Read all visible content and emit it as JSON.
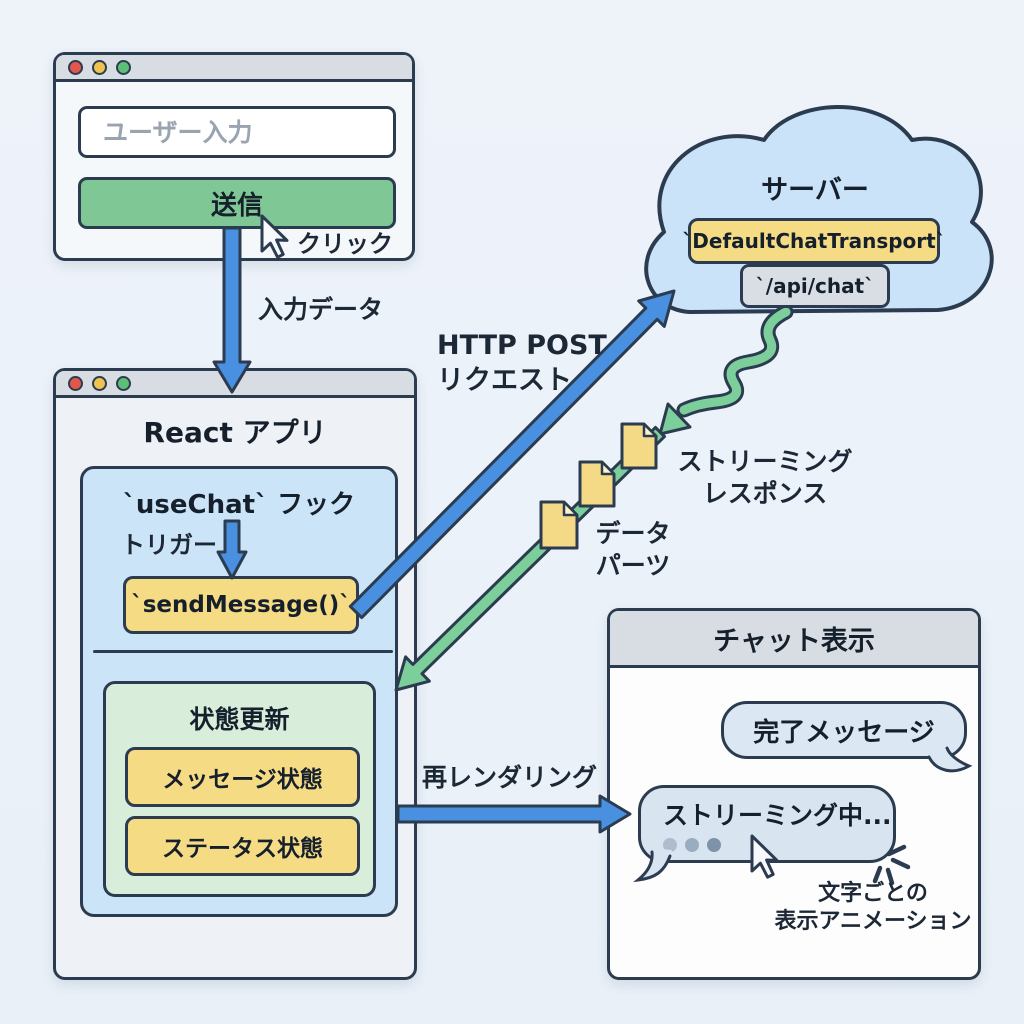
{
  "colors": {
    "outline_navy": "#2c3c50",
    "blue_arrow": "#4a90e0",
    "green_arrow": "#7ccf9b",
    "yellow_box": "#f6db85",
    "blue_panel": "#cce4f8",
    "green_panel": "#d8edda",
    "cloud_fill": "#cbe3f8",
    "gray_box": "#d9dee5",
    "bubble_fill": "#dbe7f3",
    "button_green": "#7fc795",
    "titlebar_gray": "#d8dde4",
    "traffic_red": "#e2574c",
    "traffic_yellow": "#f0c24f",
    "traffic_green": "#5bbf77"
  },
  "browser_window": {
    "input_placeholder": "ユーザー入力",
    "send_label": "送信",
    "click_label": "クリック"
  },
  "flow": {
    "input_data": "入力データ",
    "trigger": "トリガー",
    "http_post": "HTTP POST\nリクエスト",
    "streaming_response": "ストリーミング\nレスポンス",
    "data_parts": "データ\nパーツ",
    "rerender": "再レンダリング",
    "char_animation": "文字ごとの\n表示アニメーション"
  },
  "react_window": {
    "title": "React アプリ",
    "usechat": "`useChat` フック",
    "send_message": "`sendMessage()`",
    "state_box": {
      "title": "状態更新",
      "message_state": "メッセージ状態",
      "status_state": "ステータス状態"
    }
  },
  "server": {
    "title": "サーバー",
    "transport": "`DefaultChatTransport`",
    "endpoint": "`/api/chat`"
  },
  "chat_window": {
    "title": "チャット表示",
    "complete_bubble": "完了メッセージ",
    "streaming_bubble": "ストリーミング中..."
  }
}
